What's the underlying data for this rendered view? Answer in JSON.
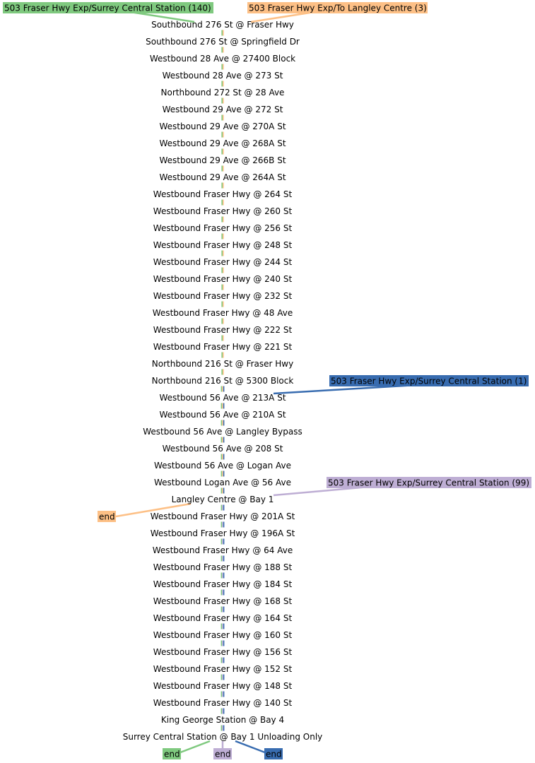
{
  "colors": {
    "green": "#7fc97f",
    "orange": "#fdc086",
    "purple": "#beaed4",
    "blue": "#386cb0"
  },
  "routes": [
    {
      "label": "503 Fraser Hwy Exp/Surrey Central Station (140)",
      "color": "green"
    },
    {
      "label": "503 Fraser Hwy Exp/To Langley Centre (3)",
      "color": "orange"
    },
    {
      "label": "503 Fraser Hwy Exp/Surrey Central Station (1)",
      "color": "blue"
    },
    {
      "label": "503 Fraser Hwy Exp/Surrey Central Station (99)",
      "color": "purple"
    }
  ],
  "stops": [
    "Southbound 276 St @ Fraser Hwy",
    "Southbound 276 St @ Springfield Dr",
    "Westbound 28 Ave @ 27400 Block",
    "Westbound 28 Ave @ 273 St",
    "Northbound 272 St @ 28 Ave",
    "Westbound 29 Ave @ 272 St",
    "Westbound 29 Ave @ 270A St",
    "Westbound 29 Ave @ 268A St",
    "Westbound 29 Ave @ 266B St",
    "Westbound 29 Ave @ 264A St",
    "Westbound Fraser Hwy @ 264 St",
    "Westbound Fraser Hwy @ 260 St",
    "Westbound Fraser Hwy @ 256 St",
    "Westbound Fraser Hwy @ 248 St",
    "Westbound Fraser Hwy @ 244 St",
    "Westbound Fraser Hwy @ 240 St",
    "Westbound Fraser Hwy @ 232 St",
    "Westbound Fraser Hwy @ 48 Ave",
    "Westbound Fraser Hwy @ 222 St",
    "Westbound Fraser Hwy @ 221 St",
    "Northbound 216 St @ Fraser Hwy",
    "Northbound 216 St @ 5300 Block",
    "Westbound 56 Ave @ 213A St",
    "Westbound 56 Ave @ 210A St",
    "Westbound 56 Ave @ Langley Bypass",
    "Westbound 56 Ave @ 208 St",
    "Westbound 56 Ave @ Logan Ave",
    "Westbound Logan Ave @ 56 Ave",
    "Langley Centre @ Bay 1",
    "Westbound Fraser Hwy @ 201A St",
    "Westbound Fraser Hwy @ 196A St",
    "Westbound Fraser Hwy @ 64 Ave",
    "Westbound Fraser Hwy @ 188 St",
    "Westbound Fraser Hwy @ 184 St",
    "Westbound Fraser Hwy @ 168 St",
    "Westbound Fraser Hwy @ 164 St",
    "Westbound Fraser Hwy @ 160 St",
    "Westbound Fraser Hwy @ 156 St",
    "Westbound Fraser Hwy @ 152 St",
    "Westbound Fraser Hwy @ 148 St",
    "Westbound Fraser Hwy @ 140 St",
    "King George Station @ Bay 4",
    "Surrey Central Station @ Bay 1 Unloading Only"
  ],
  "end_labels": [
    {
      "label": "end",
      "color": "orange"
    },
    {
      "label": "end",
      "color": "green"
    },
    {
      "label": "end",
      "color": "purple"
    },
    {
      "label": "end",
      "color": "blue"
    }
  ]
}
